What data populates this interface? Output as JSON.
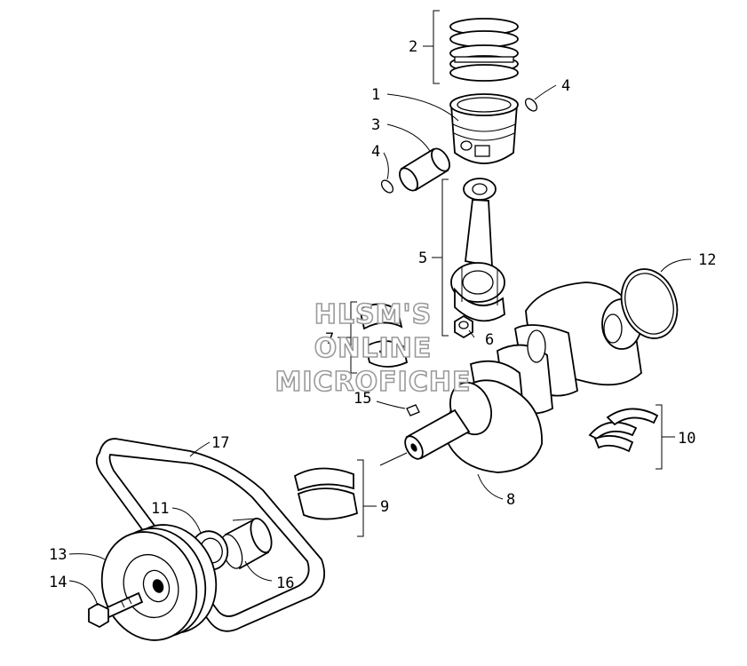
{
  "labels": [
    "1",
    "2",
    "3",
    "4",
    "4",
    "5",
    "6",
    "7",
    "8",
    "9",
    "10",
    "11",
    "12",
    "13",
    "14",
    "15",
    "16",
    "17"
  ],
  "watermark": [
    "HLSM'S",
    "ONLINE",
    "MICROFICHE"
  ],
  "colors": {
    "line": "#000000",
    "background": "#ffffff",
    "watermark_outline": "#9a9a9a"
  }
}
